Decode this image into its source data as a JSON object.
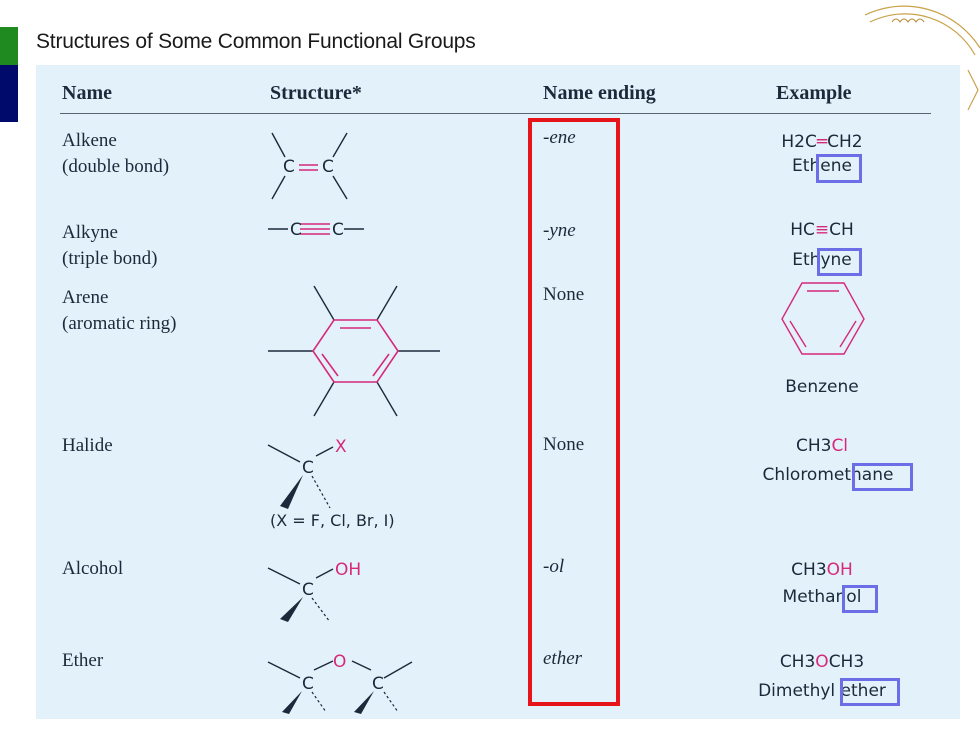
{
  "title": "Structures of Some Common Functional Groups",
  "headers": {
    "name": "Name",
    "structure": "Structure*",
    "ending": "Name ending",
    "example": "Example"
  },
  "rows": [
    {
      "name": "Alkene\n(double bond)",
      "ending": "-ene",
      "example_formula": {
        "left": "H2C",
        "bond": "═",
        "right": "CH2"
      },
      "example_name": {
        "plain": "Eth",
        "highlight": "ene"
      }
    },
    {
      "name": "Alkyne\n(triple bond)",
      "ending": "-yne",
      "example_formula": {
        "left": "HC",
        "bond": "≡",
        "right": "CH"
      },
      "example_name": {
        "plain": "Eth",
        "highlight": "yne"
      }
    },
    {
      "name": "Arene\n(aromatic ring)",
      "ending": "None",
      "example_name": {
        "plain": "Benzene",
        "highlight": ""
      }
    },
    {
      "name": "Halide",
      "ending": "None",
      "example_formula": {
        "left": "CH3",
        "group": "Cl"
      },
      "example_name": {
        "plain": "Chlorometh",
        "highlight": "ane"
      },
      "structure_note": "(X = F, Cl, Br, I)",
      "structure_group": "X"
    },
    {
      "name": "Alcohol",
      "ending": "-ol",
      "example_formula": {
        "left": "CH3",
        "group": "OH"
      },
      "example_name": {
        "plain": "Metha",
        "highlight": "nol"
      },
      "structure_group": "OH"
    },
    {
      "name": "Ether",
      "ending": "ether",
      "example_formula": {
        "left": "CH3",
        "group": "O",
        "right": "CH3"
      },
      "example_name": {
        "plain": "Dimethyl ",
        "highlight": "ether"
      },
      "structure_group": "O"
    }
  ],
  "atom_c": "C",
  "colors": {
    "accent": "#d6297a",
    "highlight_box": "#6b6ee6",
    "red_box": "#e8141b",
    "panel": "#e3f1fb"
  },
  "icons": [
    "logo-seal-icon"
  ]
}
